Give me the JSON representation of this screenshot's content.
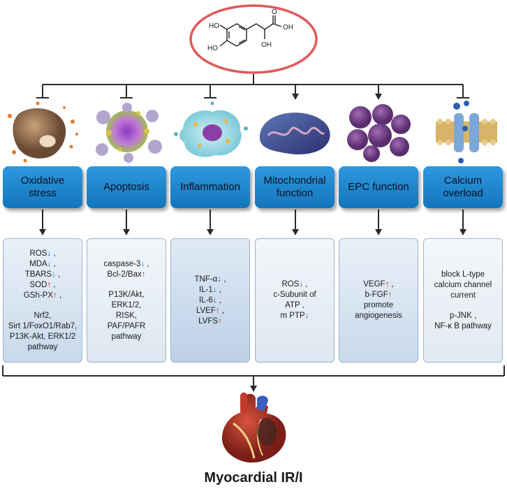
{
  "molecule": {
    "labels": [
      "HO",
      "HO",
      "O",
      "OH",
      "OH"
    ]
  },
  "colors": {
    "up_arrow": "#d9262a",
    "down_arrow": "#1f6fc4",
    "topic_box": "#1c86d0",
    "molecule_ring": "#e05a5a"
  },
  "topics": [
    {
      "label": "Oxidative\nstress",
      "effect": "inhibit",
      "icon": "oxidative-cell-icon"
    },
    {
      "label": "Apoptosis",
      "effect": "inhibit",
      "icon": "apoptotic-cell-icon"
    },
    {
      "label": "Inflammation",
      "effect": "inhibit",
      "icon": "immune-cell-icon"
    },
    {
      "label": "Mitochondrial\nfunction",
      "effect": "promote",
      "icon": "mitochondrion-icon"
    },
    {
      "label": "EPC function",
      "effect": "promote",
      "icon": "epc-cluster-icon"
    },
    {
      "label": "Calcium\noverload",
      "effect": "inhibit",
      "icon": "calcium-channel-icon"
    }
  ],
  "details": [
    [
      {
        "t": "ROS",
        "a": "down",
        "s": " ,"
      },
      {
        "t": "MDA",
        "a": "down",
        "s": " ,"
      },
      {
        "t": "TBARS",
        "a": "down",
        "s": " ,"
      },
      {
        "t": "SOD",
        "a": "up",
        "s": " ,"
      },
      {
        "t": "GSh-PX",
        "a": "up",
        "s": " ,"
      },
      {
        "gap": true
      },
      {
        "t": "Nrf2,"
      },
      {
        "t": "Sirt 1/FoxO1/Rab7,"
      },
      {
        "t": "P13K-Akt, ERK1/2"
      },
      {
        "t": "pathway"
      }
    ],
    [
      {
        "t": "caspase-3",
        "a": "down",
        "s": " ,"
      },
      {
        "t": "Bcl-2/Bax",
        "a": "up"
      },
      {
        "gap": true
      },
      {
        "t": "P13K/Akt,"
      },
      {
        "t": "ERK1/2,"
      },
      {
        "t": "RISK,"
      },
      {
        "t": "PAF/PAFR"
      },
      {
        "t": "pathway"
      }
    ],
    [
      {
        "t": "TNF-α",
        "a": "down",
        "s": " ,"
      },
      {
        "t": "IL-1",
        "a": "down",
        "s": " ,"
      },
      {
        "t": "IL-6",
        "a": "down",
        "s": " ,"
      },
      {
        "t": "LVEF",
        "a": "up",
        "s": " ,"
      },
      {
        "t": "LVFS",
        "a": "up"
      }
    ],
    [
      {
        "t": "ROS",
        "a": "down",
        "s": " ,"
      },
      {
        "t": "c-Subunit of"
      },
      {
        "t": "ATP    ,"
      },
      {
        "t": "m PTP",
        "a": "down"
      }
    ],
    [
      {
        "t": "VEGF",
        "a": "up",
        "s": " ,"
      },
      {
        "t": "b-FGF",
        "a": "up"
      },
      {
        "t": "promote"
      },
      {
        "t": "angiogenesis"
      }
    ],
    [
      {
        "t": "block L-type"
      },
      {
        "t": "calcium channel"
      },
      {
        "t": "current"
      },
      {
        "gap": true
      },
      {
        "t": "p-JNK    ,"
      },
      {
        "t": "NF-κ B pathway"
      }
    ]
  ],
  "footer": {
    "label": "Myocardial IR/I"
  }
}
